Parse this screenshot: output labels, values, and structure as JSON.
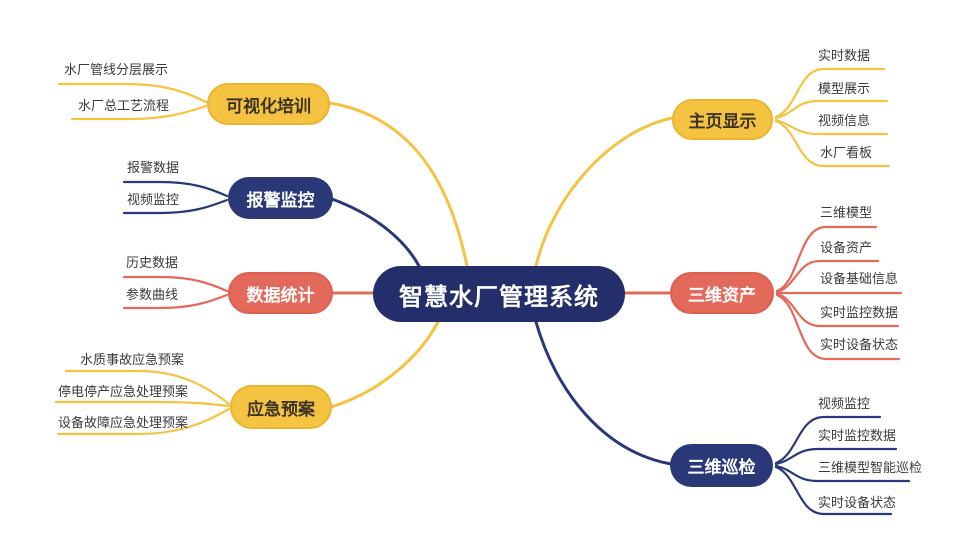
{
  "title": "智慧水厂管理系统",
  "colors": {
    "yellow": "#F5C342",
    "yellow_border": "#EDB32C",
    "yellow_text": "#3D3425",
    "navy": "#2A3878",
    "center_navy": "#232E6B",
    "salmon": "#E3695B",
    "salmon_border": "#DE5F50",
    "child_text": "#3A3A3A"
  },
  "center": {
    "label": "智慧水厂管理系统"
  },
  "left_branches": [
    {
      "label": "可视化培训",
      "color": "yellow",
      "children": [
        "水厂管线分层展示",
        "水厂总工艺流程"
      ]
    },
    {
      "label": "报警监控",
      "color": "navy",
      "children": [
        "报警数据",
        "视频监控"
      ]
    },
    {
      "label": "数据统计",
      "color": "salmon",
      "children": [
        "历史数据",
        "参数曲线"
      ]
    },
    {
      "label": "应急预案",
      "color": "yellow",
      "children": [
        "水质事故应急预案",
        "停电停产应急处理预案",
        "设备故障应急处理预案"
      ]
    }
  ],
  "right_branches": [
    {
      "label": "主页显示",
      "color": "yellow",
      "children": [
        "实时数据",
        "模型展示",
        "视频信息",
        "水厂看板"
      ]
    },
    {
      "label": "三维资产",
      "color": "salmon",
      "children": [
        "三维模型",
        "设备资产",
        "设备基础信息",
        "实时监控数据",
        "实时设备状态"
      ]
    },
    {
      "label": "三维巡检",
      "color": "navy",
      "children": [
        "视频监控",
        "实时监控数据",
        "三维模型智能巡检",
        "实时设备状态"
      ]
    }
  ]
}
